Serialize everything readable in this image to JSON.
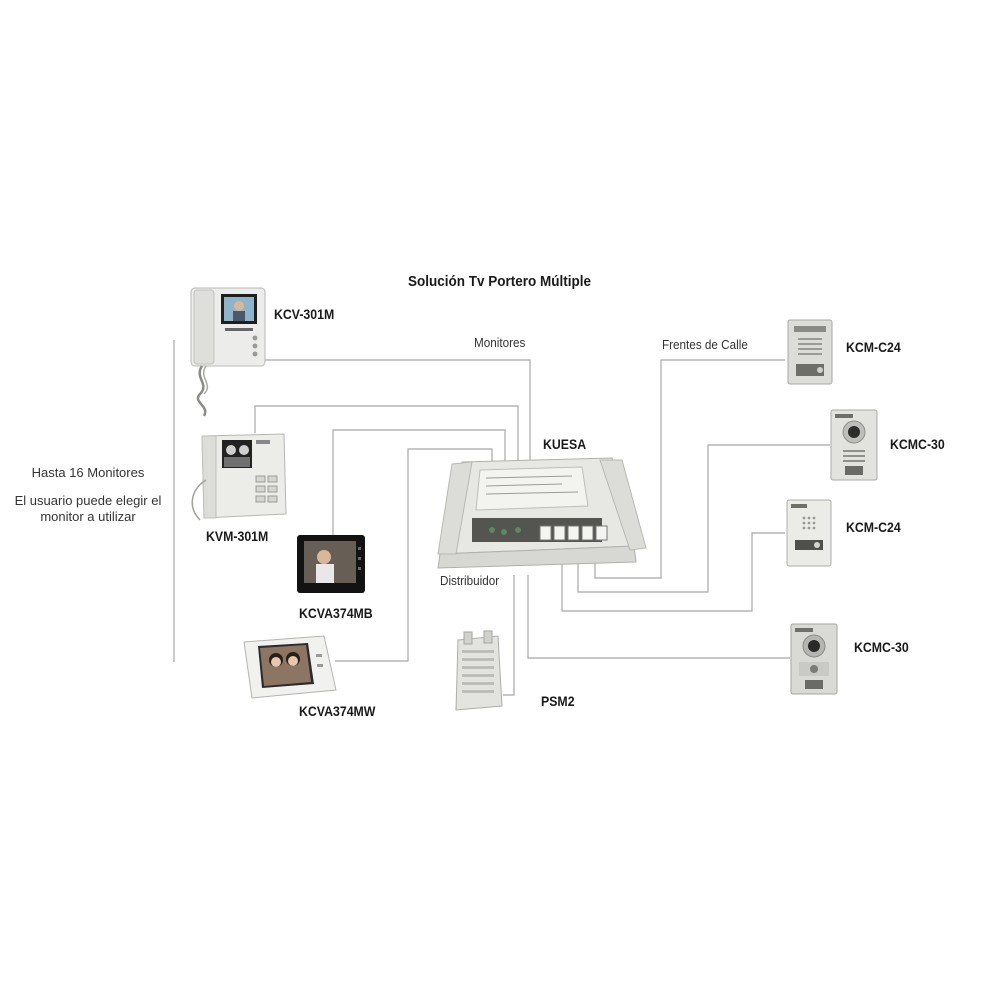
{
  "title": "Solución Tv Portero Múltiple",
  "group_labels": {
    "monitors": "Monitores",
    "street_panels": "Frentes de Calle",
    "distributor": "Distribuidor"
  },
  "left_note": {
    "line1": "Hasta 16 Monitores",
    "line2": "El usuario puede elegir el",
    "line3": "monitor a utilizar"
  },
  "distributor": {
    "brand": "KUESA"
  },
  "monitors": [
    {
      "model": "KCV-301M"
    },
    {
      "model": "KVM-301M"
    },
    {
      "model": "KCVA374MB"
    },
    {
      "model": "KCVA374MW"
    }
  ],
  "street_panels": [
    {
      "model": "KCM-C24"
    },
    {
      "model": "KCMC-30"
    },
    {
      "model": "KCM-C24"
    },
    {
      "model": "KCMC-30"
    }
  ],
  "power_supply": {
    "model": "PSM2"
  },
  "colors": {
    "wire": "#a8a8a8",
    "text": "#1a1a1a",
    "device_body": "#e9e9e6",
    "screen": "#1b1b1b"
  }
}
